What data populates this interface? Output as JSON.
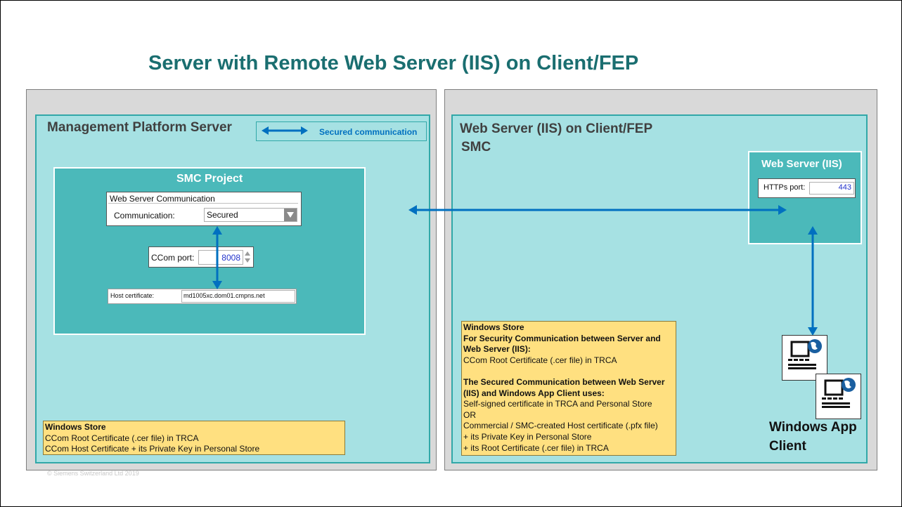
{
  "title": "Server with Remote Web Server (IIS) on Client/FEP",
  "footer": "© Siemens Switzerland Ltd 2019",
  "left_panel": {
    "heading": "Management Platform Server",
    "legend": {
      "label": "Secured communication"
    },
    "project": {
      "title": "SMC Project",
      "web_comm": {
        "group_label": "Web Server Communication",
        "field_label": "Communication:",
        "value": "Secured"
      },
      "ccom": {
        "label": "CCom port:",
        "value": "8008"
      },
      "host_cert": {
        "label": "Host certificate:",
        "value": "md1005xc.dom01.cmpns.net"
      }
    },
    "store_note": {
      "heading": "Windows Store",
      "lines": [
        "CCom Root Certificate (.cer file) in TRCA",
        "CCom Host Certificate + its Private Key in Personal Store"
      ]
    }
  },
  "right_panel": {
    "heading_line1": "Web Server (IIS) on Client/FEP",
    "heading_line2": "SMC",
    "iis": {
      "title": "Web Server (IIS)",
      "https_label": "HTTPs port:",
      "https_value": "443"
    },
    "store_note": {
      "heading": "Windows Store",
      "bold1": [
        "For  Security Communication between Server and",
        "Web Server (IIS):"
      ],
      "line1": "CCom Root Certificate (.cer file) in TRCA",
      "bold2": [
        "The  Secured Communication between Web Server",
        "(IIS) and Windows App Client uses:"
      ],
      "lines": [
        "Self-signed certificate in TRCA and Personal Store",
        "OR",
        "Commercial / SMC-created Host certificate (.pfx file)",
        "+  its Private Key in Personal Store",
        "+  its Root Certificate (.cer file) in TRCA"
      ]
    },
    "client": {
      "label_line1": "Windows App",
      "label_line2": "Client"
    }
  },
  "colors": {
    "arrow": "#0070c0",
    "title": "#1a6e70",
    "note": "#ffe080"
  },
  "icons": [
    "dropdown-arrow-icon",
    "spinner-icon",
    "computer-globe-icon"
  ]
}
